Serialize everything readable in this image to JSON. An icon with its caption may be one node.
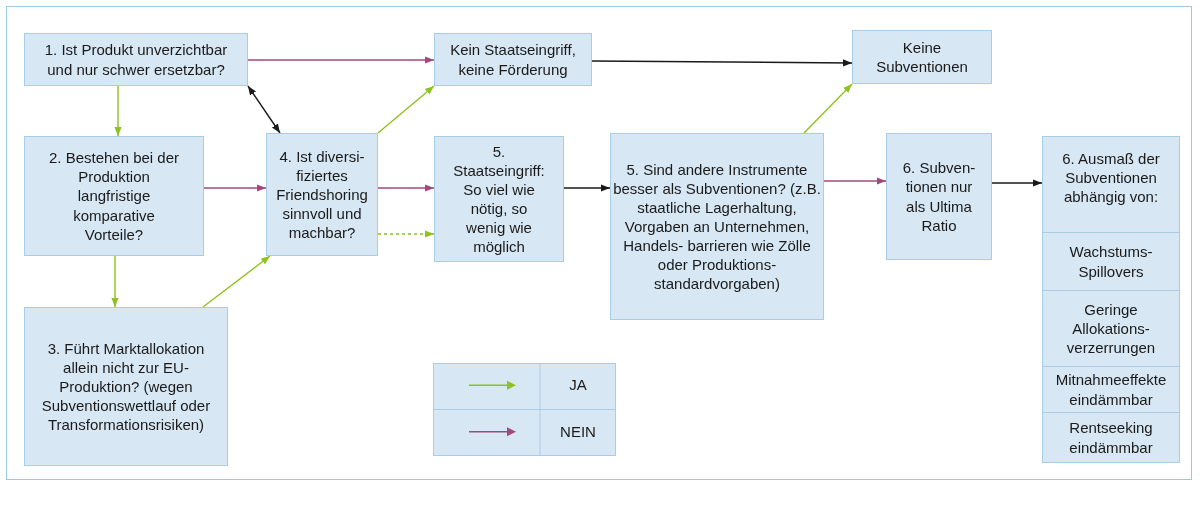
{
  "diagram": {
    "nodes": [
      {
        "text": [
          "1. Ist Produkt unverzichtbar und nur schwer ersetzbar?"
        ]
      },
      {
        "text": [
          "Kein Staatseingriff, keine Förderung"
        ]
      },
      {
        "text": [
          "Keine Subventionen"
        ]
      },
      {
        "text": [
          "2. Bestehen bei der Produktion langfristige komparative Vorteile?"
        ]
      },
      {
        "text": [
          "4. Ist diversi- fiziertes Friendshoring sinnvoll und machbar?"
        ]
      },
      {
        "text": [
          "5. Staatseingriff: So viel wie nötig, so wenig wie möglich"
        ]
      },
      {
        "text": [
          "5. Sind andere Instrumente besser als Subventionen? (z.B. staatliche Lagerhaltung, Vorgaben an Unternehmen, Handels- barrieren wie Zölle oder Produktions- standardvorgaben)"
        ]
      },
      {
        "text": [
          "6. Subven- tionen nur als Ultima Ratio"
        ]
      },
      {
        "text": [
          "6. Ausmaß der Subventionen abhängig von:"
        ]
      },
      {
        "text": [
          "Wachstums- Spillovers"
        ],
        "in": 8
      },
      {
        "text": [
          "Geringe Allokations- verzerrungen"
        ],
        "in": 8
      },
      {
        "text": [
          "Mitnahmeeffekte eindämmbar"
        ],
        "in": 8
      },
      {
        "text": [
          "Rentseeking eindämmbar"
        ],
        "in": 8
      },
      {
        "text": [
          "3. Führt Marktallokation allein nicht zur EU-Produktion? (wegen Subventionswettlauf oder Transformationsrisiken)"
        ]
      }
    ],
    "edges": [
      {
        "from": 0,
        "to": 1,
        "arrow": "to",
        "color": "#a3487f"
      },
      {
        "from": 1,
        "to": 2,
        "arrow": "to",
        "color": "#1a1a1a"
      },
      {
        "from": 0,
        "to": 3,
        "arrow": "to"
      },
      {
        "from": 0,
        "to": 4,
        "arrow": "both",
        "color": "#1a1a1a"
      },
      {
        "from": 3,
        "to": 4,
        "arrow": "to",
        "color": "#a3487f"
      },
      {
        "from": 3,
        "to": 13,
        "arrow": "to"
      },
      {
        "from": 13,
        "to": 4,
        "arrow": "to"
      },
      {
        "from": 4,
        "to": 1,
        "arrow": "to"
      },
      {
        "from": 4,
        "to": 5,
        "arrow": "to",
        "color": "#a3487f"
      },
      {
        "from": 4,
        "to": 5,
        "arrow": "to",
        "style": "dashed"
      },
      {
        "from": 5,
        "to": 6,
        "arrow": "to",
        "color": "#1a1a1a"
      },
      {
        "from": 6,
        "to": 2,
        "arrow": "to"
      },
      {
        "from": 6,
        "to": 7,
        "arrow": "to",
        "color": "#a3487f"
      },
      {
        "from": 7,
        "to": 8,
        "arrow": "to",
        "color": "#1a1a1a"
      }
    ],
    "legend": [
      {
        "text": "JA",
        "color": "#8dc21f"
      },
      {
        "text": "NEIN",
        "color": "#a3487f"
      }
    ]
  }
}
